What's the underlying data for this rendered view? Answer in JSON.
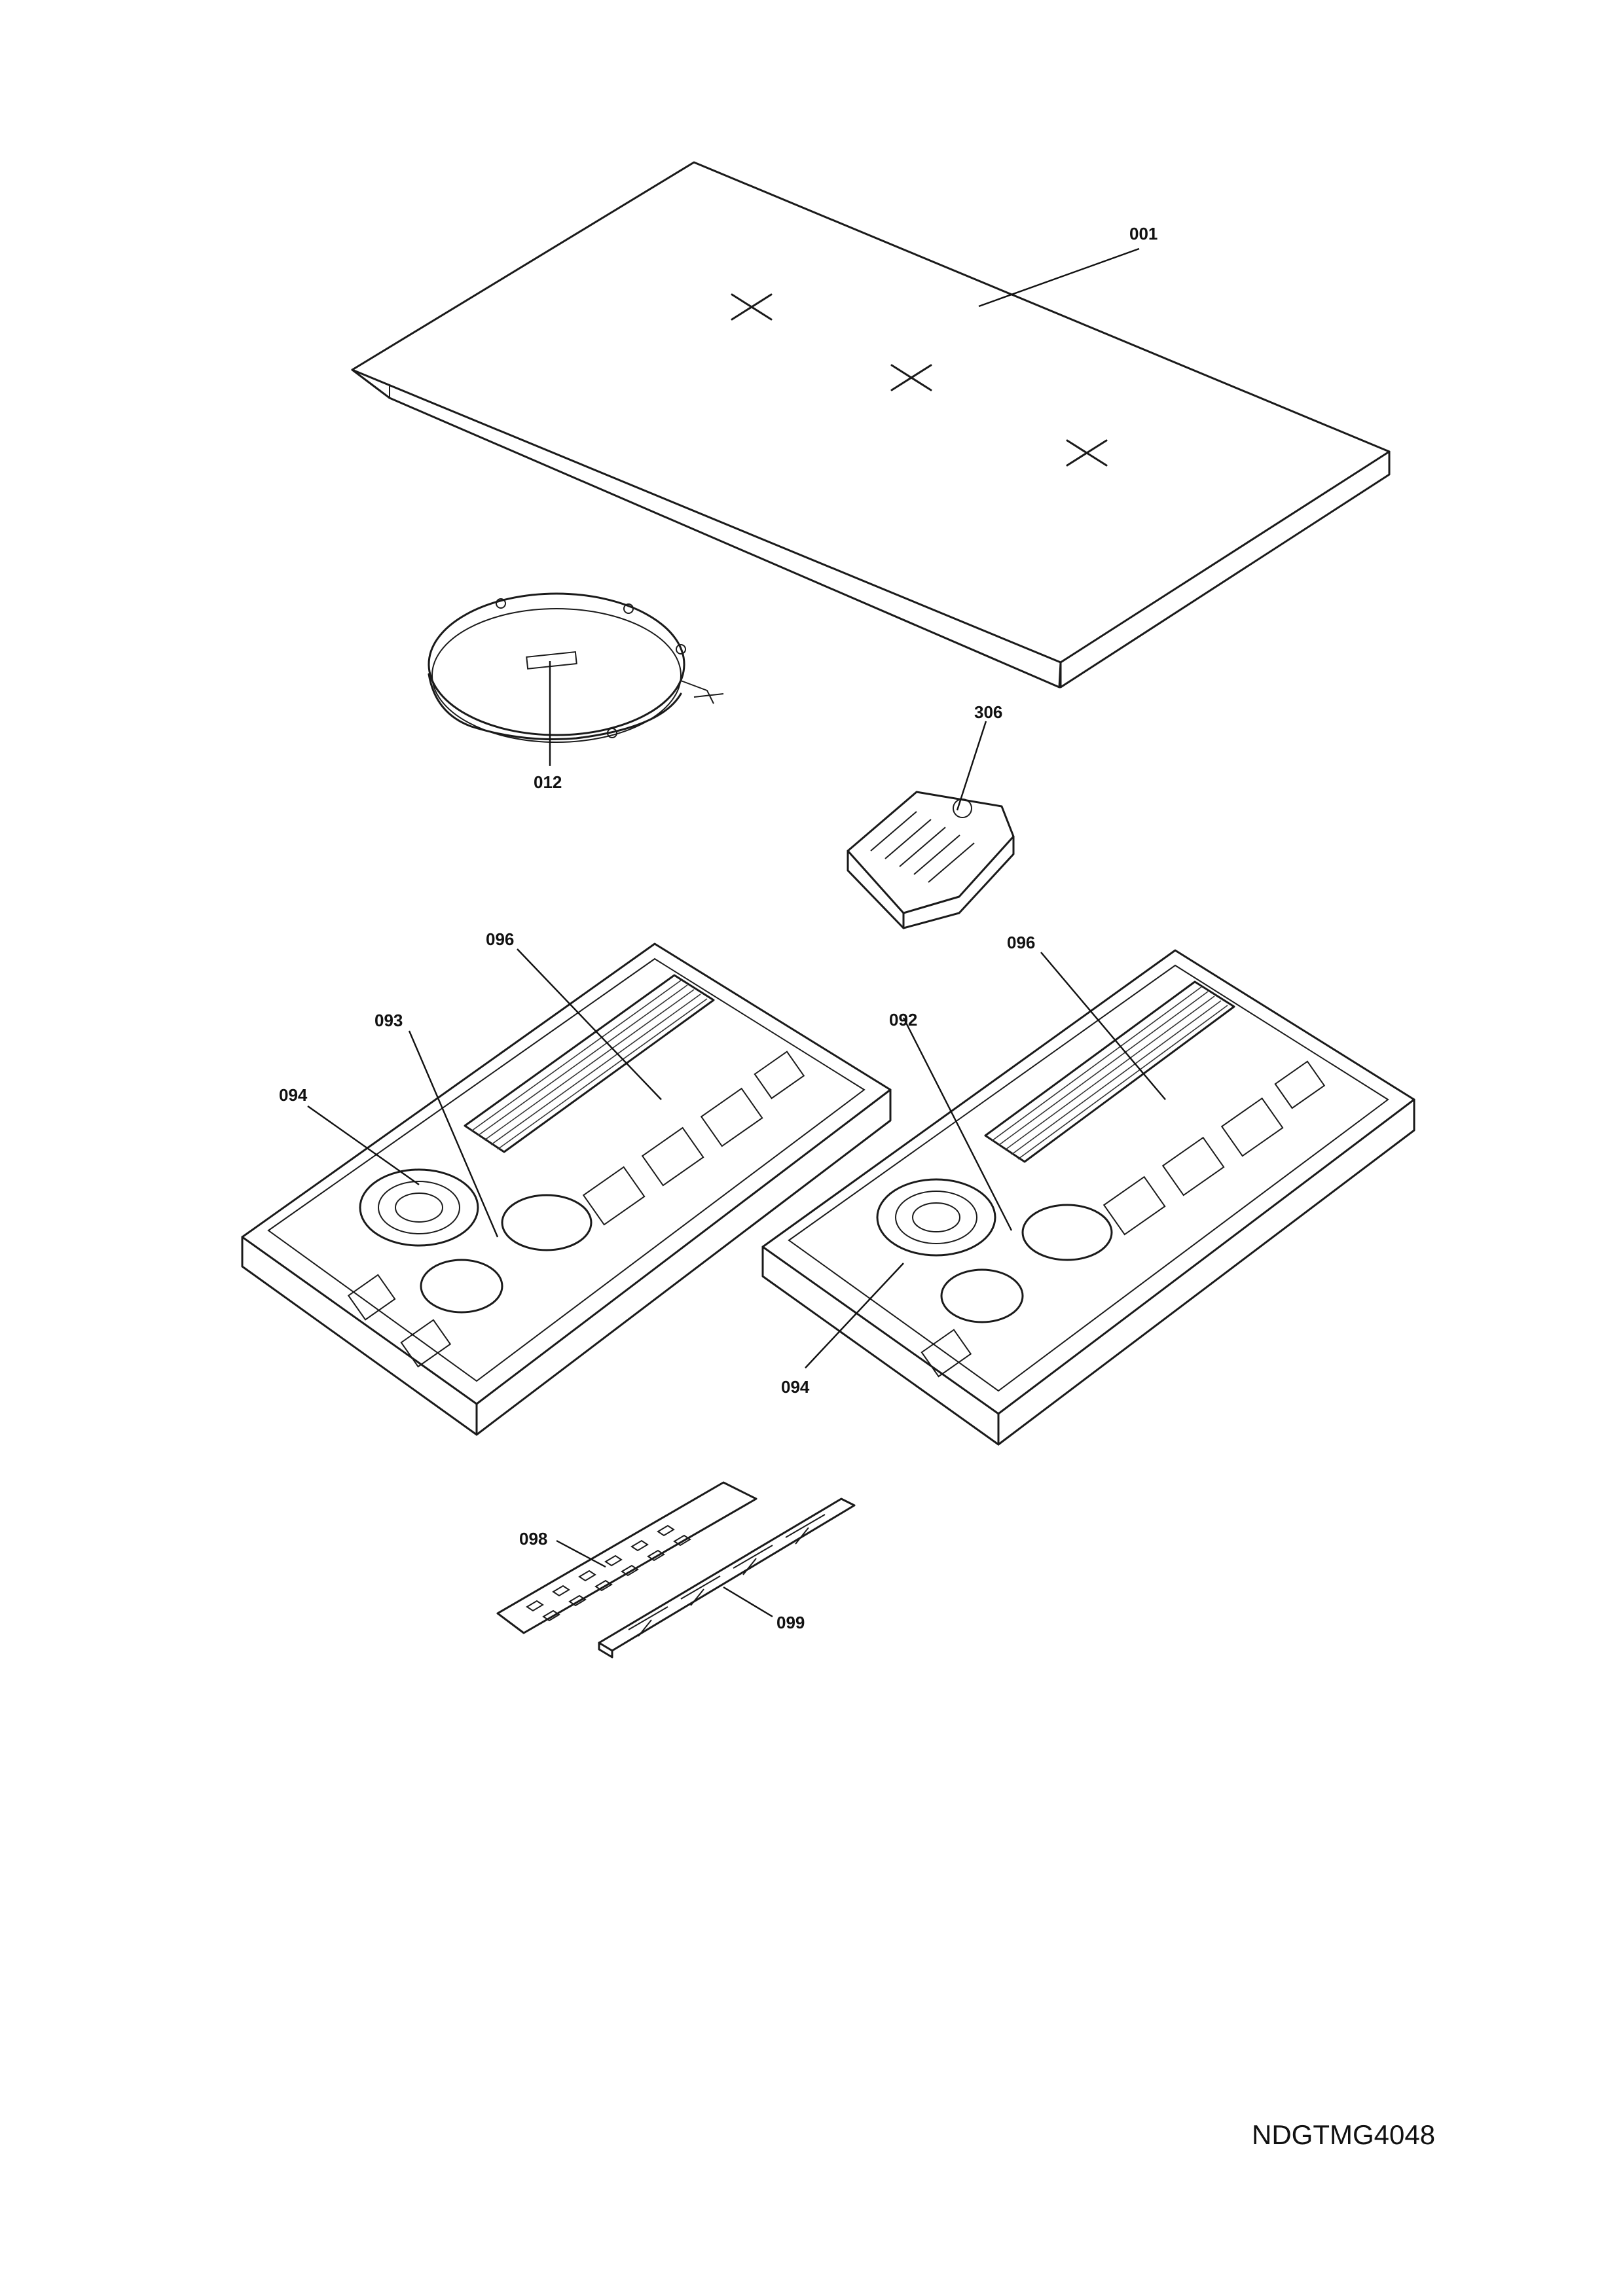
{
  "callouts": {
    "c001": "001",
    "c012": "012",
    "c306": "306",
    "c096a": "096",
    "c096b": "096",
    "c093": "093",
    "c094a": "094",
    "c092": "092",
    "c094b": "094",
    "c098": "098",
    "c099": "099"
  },
  "drawing_code": "NDGTMG4048"
}
